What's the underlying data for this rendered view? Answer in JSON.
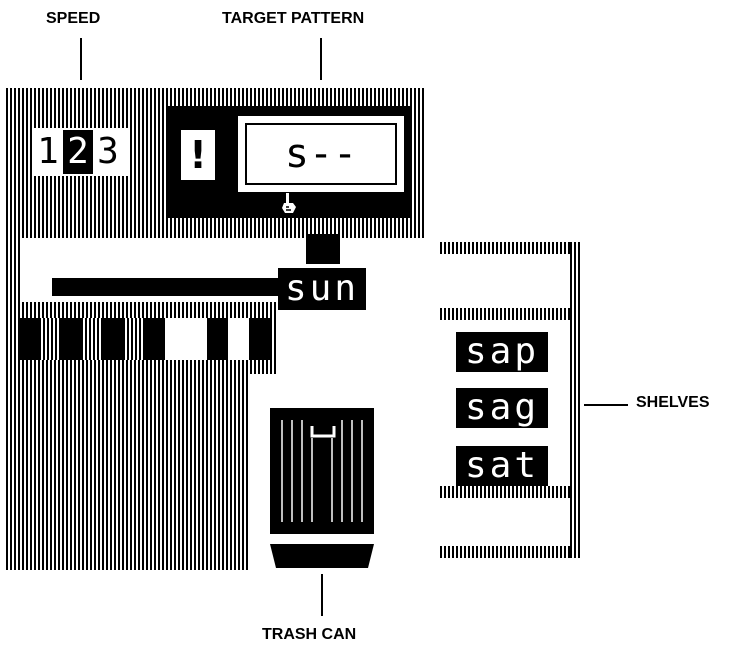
{
  "labels": {
    "speed": "SPEED",
    "target_pattern": "TARGET PATTERN",
    "shelves": "SHELVES",
    "trash_can": "TRASH CAN"
  },
  "speed": {
    "options": [
      "1",
      "2",
      "3"
    ],
    "selected": "2"
  },
  "target": {
    "alert": "!",
    "pattern": "s--"
  },
  "current_word": "sun",
  "shelves": {
    "words": [
      "sap",
      "sag",
      "sat"
    ]
  },
  "icons": [
    "alert-icon",
    "pointer-hand-icon",
    "trash-can-icon"
  ],
  "colors": {
    "foreground": "#000000",
    "background": "#ffffff"
  }
}
